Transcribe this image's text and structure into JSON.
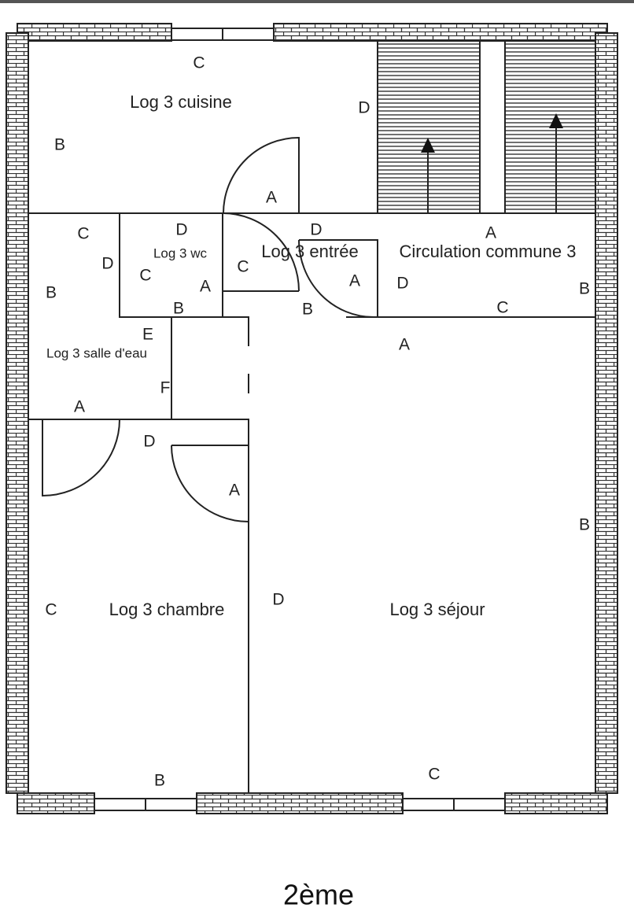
{
  "plan": {
    "title": "2ème",
    "rooms": {
      "cuisine": "Log 3 cuisine",
      "wc": "Log 3 wc",
      "entree": "Log 3 entrée",
      "circulation": "Circulation commune 3",
      "salle_eau": "Log 3 salle d'eau",
      "chambre": "Log 3 chambre",
      "sejour": "Log 3 séjour"
    },
    "wall_labels": {
      "cuisine_c": "C",
      "cuisine_d": "D",
      "cuisine_b": "B",
      "cuisine_a": "A",
      "sde_c": "C",
      "sde_d": "D",
      "sde_b": "B",
      "sde_e": "E",
      "sde_f": "F",
      "sde_a": "A",
      "wc_d": "D",
      "wc_c": "C",
      "wc_a": "A",
      "wc_b": "B",
      "entree_c": "C",
      "entree_d": "D",
      "entree_a": "A",
      "entree_b": "B",
      "circ_a": "A",
      "circ_d": "D",
      "circ_b": "B",
      "circ_c": "C",
      "sejour_a": "A",
      "sejour_b": "B",
      "sejour_c": "C",
      "sejour_d": "D",
      "chambre_d": "D",
      "chambre_a": "A",
      "chambre_c": "C",
      "chambre_b": "B"
    }
  }
}
